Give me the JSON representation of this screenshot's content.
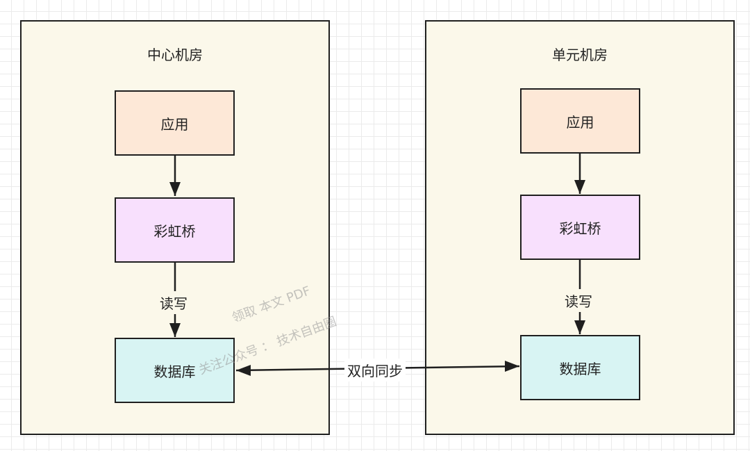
{
  "colors": {
    "room_fill": "#fbf8ea",
    "app_fill": "#fde8d7",
    "bridge_fill": "#f8e0fd",
    "db_fill": "#d8f4f3",
    "stroke": "#1f1f1f"
  },
  "rooms": [
    {
      "title": "中心机房",
      "nodes": {
        "app": "应用",
        "bridge": "彩虹桥",
        "db": "数据库"
      },
      "edge_label": "读写"
    },
    {
      "title": "单元机房",
      "nodes": {
        "app": "应用",
        "bridge": "彩虹桥",
        "db": "数据库"
      },
      "edge_label": "读写"
    }
  ],
  "sync_label": "双向同步",
  "watermark": {
    "line1": "领取 本文 PDF",
    "line2": "关注公众号 ：  技术自由圈"
  }
}
